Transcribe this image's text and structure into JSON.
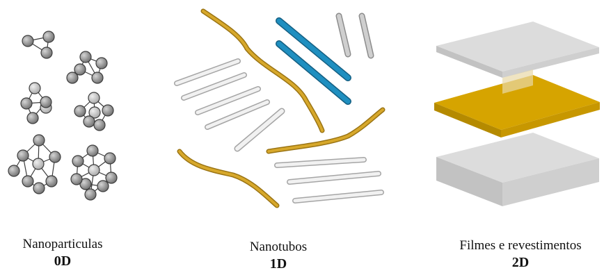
{
  "panels": [
    {
      "title": "Nanoparticulas",
      "dimension": "0D"
    },
    {
      "title": "Nanotubos",
      "dimension": "1D"
    },
    {
      "title": "Filmes e revestimentos",
      "dimension": "2D"
    }
  ],
  "colors": {
    "atom": "#8a8a8a",
    "bond": "#3c3c3c",
    "gold": "#d7a82b",
    "blue": "#1f8fc0",
    "rod_light": "#f1f1f1",
    "rod_dark": "#a5a5a5",
    "sheet_gray": "#d6d6d6",
    "sheet_gold": "#d6a400"
  }
}
